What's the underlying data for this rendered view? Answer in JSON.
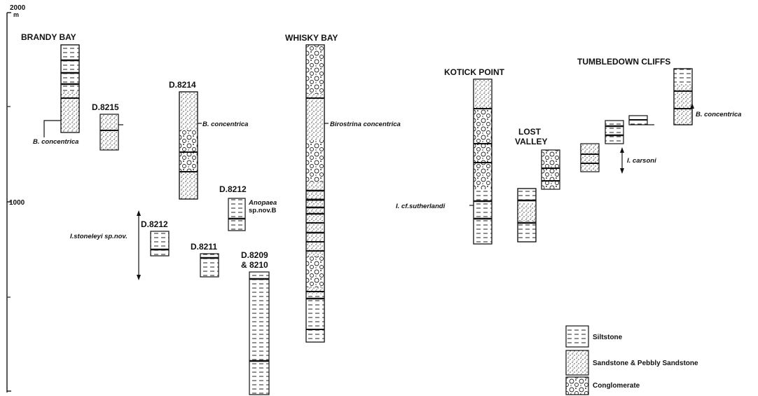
{
  "scale": {
    "top_label": "2000",
    "unit": "m",
    "mid_label": "1000"
  },
  "localities": {
    "brandy_bay": "BRANDY BAY",
    "whisky_bay": "WHISKY BAY",
    "kotick_point": "KOTICK POINT",
    "lost_valley_line1": "LOST",
    "lost_valley_line2": "VALLEY",
    "tumbledown_cliffs": "TUMBLEDOWN CLIFFS"
  },
  "sections": {
    "d8215": "D.8215",
    "d8214": "D.8214",
    "d8212_upper": "D.8212",
    "d8212_lower": "D.8212",
    "d8211": "D.8211",
    "d8209_line1": "D.8209",
    "d8209_line2": "& 8210"
  },
  "fossils": {
    "b_concentrica_brandy": "B. concentrica",
    "b_concentrica_d8214": "B. concentrica",
    "birostrina": "Birostrina concentrica",
    "anopaea_line1": "Anopaea",
    "anopaea_line2": "sp.nov.B",
    "stoneleyi": "I.stoneleyi sp.nov.",
    "sutherlandi": "I. cf.sutherlandi",
    "carsoni": "I. carsoni",
    "b_concentrica_tumbledown": "B. concentrica"
  },
  "legend": {
    "siltstone": "Siltstone",
    "sandstone": "Sandstone & Pebbly Sandstone",
    "conglomerate": "Conglomerate"
  }
}
